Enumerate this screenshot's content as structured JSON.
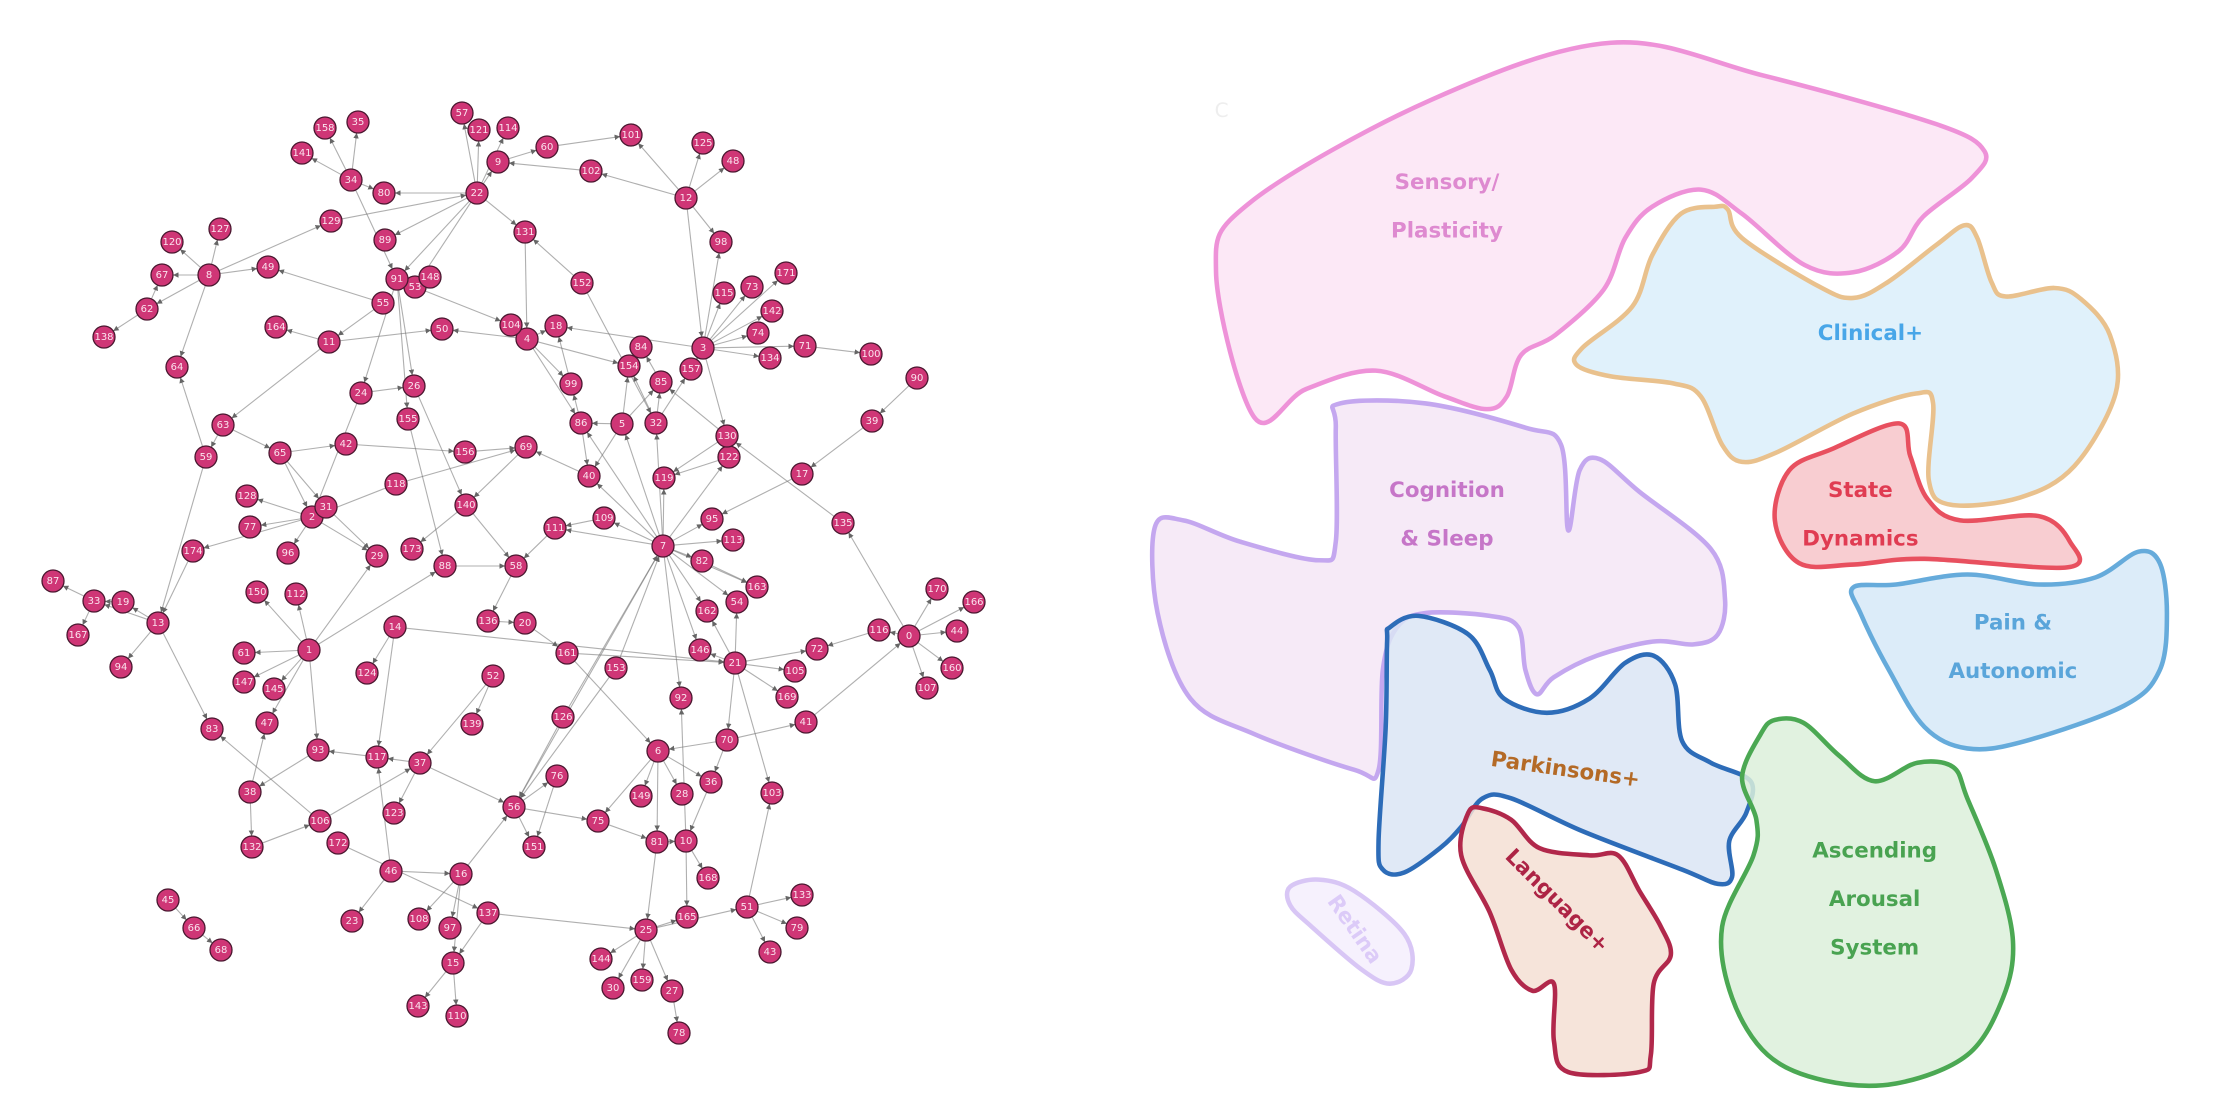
{
  "panel_label": "C",
  "graph": {
    "node_color": "#cf3676",
    "nodes": [
      "0",
      "1",
      "2",
      "3",
      "4",
      "5",
      "6",
      "7",
      "8",
      "9",
      "10",
      "11",
      "12",
      "13",
      "14",
      "15",
      "16",
      "17",
      "18",
      "19",
      "20",
      "21",
      "22",
      "23",
      "24",
      "25",
      "26",
      "27",
      "28",
      "29",
      "30",
      "31",
      "32",
      "33",
      "34",
      "35",
      "36",
      "37",
      "38",
      "39",
      "40",
      "41",
      "42",
      "43",
      "44",
      "45",
      "46",
      "47",
      "48",
      "49",
      "50",
      "51",
      "52",
      "53",
      "54",
      "55",
      "56",
      "57",
      "58",
      "59",
      "60",
      "61",
      "62",
      "63",
      "64",
      "65",
      "66",
      "67",
      "68",
      "69",
      "70",
      "71",
      "72",
      "73",
      "74",
      "75",
      "76",
      "77",
      "78",
      "79",
      "80",
      "81",
      "82",
      "83",
      "84",
      "85",
      "86",
      "87",
      "88",
      "89",
      "90",
      "91",
      "92",
      "93",
      "94",
      "95",
      "96",
      "97",
      "98",
      "99",
      "100",
      "101",
      "102",
      "103",
      "104",
      "105",
      "106",
      "107",
      "108",
      "109",
      "110",
      "111",
      "112",
      "113",
      "114",
      "115",
      "116",
      "117",
      "118",
      "119",
      "120",
      "121",
      "122",
      "123",
      "124",
      "125",
      "126",
      "127",
      "128",
      "129",
      "130",
      "131",
      "132",
      "133",
      "134",
      "135",
      "136",
      "137",
      "138",
      "139",
      "140",
      "141",
      "142",
      "143",
      "144",
      "145",
      "146",
      "147",
      "148",
      "149",
      "150",
      "151",
      "152",
      "153",
      "154",
      "155",
      "156",
      "157",
      "158",
      "159",
      "160",
      "161",
      "162",
      "163",
      "164",
      "165",
      "166",
      "167",
      "168",
      "169",
      "170",
      "171",
      "172",
      "173",
      "174"
    ],
    "edges": [
      [
        "8",
        "67"
      ],
      [
        "8",
        "120"
      ],
      [
        "8",
        "127"
      ],
      [
        "8",
        "49"
      ],
      [
        "8",
        "129"
      ],
      [
        "8",
        "62"
      ],
      [
        "8",
        "64"
      ],
      [
        "62",
        "67"
      ],
      [
        "62",
        "138"
      ],
      [
        "34",
        "141"
      ],
      [
        "34",
        "158"
      ],
      [
        "34",
        "35"
      ],
      [
        "34",
        "80"
      ],
      [
        "34",
        "91"
      ],
      [
        "129",
        "22"
      ],
      [
        "22",
        "57"
      ],
      [
        "22",
        "121"
      ],
      [
        "22",
        "114"
      ],
      [
        "22",
        "9"
      ],
      [
        "22",
        "80"
      ],
      [
        "22",
        "89"
      ],
      [
        "22",
        "131"
      ],
      [
        "22",
        "53"
      ],
      [
        "22",
        "91"
      ],
      [
        "9",
        "60"
      ],
      [
        "60",
        "101"
      ],
      [
        "12",
        "101"
      ],
      [
        "12",
        "102"
      ],
      [
        "12",
        "125"
      ],
      [
        "12",
        "48"
      ],
      [
        "12",
        "98"
      ],
      [
        "12",
        "3"
      ],
      [
        "102",
        "9"
      ],
      [
        "131",
        "4"
      ],
      [
        "152",
        "131"
      ],
      [
        "152",
        "32"
      ],
      [
        "3",
        "115"
      ],
      [
        "3",
        "73"
      ],
      [
        "3",
        "171"
      ],
      [
        "3",
        "142"
      ],
      [
        "3",
        "74"
      ],
      [
        "3",
        "134"
      ],
      [
        "3",
        "71"
      ],
      [
        "3",
        "98"
      ],
      [
        "3",
        "18"
      ],
      [
        "3",
        "130"
      ],
      [
        "3",
        "157"
      ],
      [
        "71",
        "100"
      ],
      [
        "90",
        "39"
      ],
      [
        "39",
        "17"
      ],
      [
        "17",
        "95"
      ],
      [
        "135",
        "130"
      ],
      [
        "130",
        "119"
      ],
      [
        "122",
        "119"
      ],
      [
        "130",
        "85"
      ],
      [
        "4",
        "18"
      ],
      [
        "4",
        "154"
      ],
      [
        "4",
        "99"
      ],
      [
        "4",
        "86"
      ],
      [
        "4",
        "50"
      ],
      [
        "4",
        "104"
      ],
      [
        "53",
        "104"
      ],
      [
        "55",
        "49"
      ],
      [
        "55",
        "11"
      ],
      [
        "11",
        "164"
      ],
      [
        "11",
        "50"
      ],
      [
        "11",
        "63"
      ],
      [
        "91",
        "26"
      ],
      [
        "91",
        "24"
      ],
      [
        "91",
        "155"
      ],
      [
        "24",
        "26"
      ],
      [
        "24",
        "2"
      ],
      [
        "26",
        "140"
      ],
      [
        "155",
        "88"
      ],
      [
        "63",
        "65"
      ],
      [
        "63",
        "59"
      ],
      [
        "65",
        "42"
      ],
      [
        "65",
        "31"
      ],
      [
        "65",
        "2"
      ],
      [
        "42",
        "156"
      ],
      [
        "156",
        "69"
      ],
      [
        "69",
        "140"
      ],
      [
        "118",
        "2"
      ],
      [
        "118",
        "69"
      ],
      [
        "31",
        "29"
      ],
      [
        "2",
        "128"
      ],
      [
        "2",
        "77"
      ],
      [
        "2",
        "96"
      ],
      [
        "2",
        "174"
      ],
      [
        "2",
        "29"
      ],
      [
        "140",
        "173"
      ],
      [
        "140",
        "58"
      ],
      [
        "59",
        "64"
      ],
      [
        "59",
        "13"
      ],
      [
        "174",
        "13"
      ],
      [
        "13",
        "33"
      ],
      [
        "13",
        "19"
      ],
      [
        "13",
        "94"
      ],
      [
        "13",
        "83"
      ],
      [
        "33",
        "87"
      ],
      [
        "33",
        "167"
      ],
      [
        "19",
        "33"
      ],
      [
        "1",
        "61"
      ],
      [
        "1",
        "147"
      ],
      [
        "1",
        "145"
      ],
      [
        "1",
        "47"
      ],
      [
        "1",
        "112"
      ],
      [
        "1",
        "150"
      ],
      [
        "1",
        "93"
      ],
      [
        "1",
        "88"
      ],
      [
        "1",
        "29"
      ],
      [
        "14",
        "124"
      ],
      [
        "14",
        "117"
      ],
      [
        "14",
        "21"
      ],
      [
        "88",
        "58"
      ],
      [
        "58",
        "136"
      ],
      [
        "136",
        "20"
      ],
      [
        "20",
        "161"
      ],
      [
        "161",
        "21"
      ],
      [
        "161",
        "6"
      ],
      [
        "52",
        "139"
      ],
      [
        "52",
        "37"
      ],
      [
        "37",
        "117"
      ],
      [
        "37",
        "56"
      ],
      [
        "37",
        "123"
      ],
      [
        "117",
        "93"
      ],
      [
        "93",
        "38"
      ],
      [
        "38",
        "47"
      ],
      [
        "38",
        "132"
      ],
      [
        "132",
        "106"
      ],
      [
        "106",
        "83"
      ],
      [
        "106",
        "37"
      ],
      [
        "172",
        "137"
      ],
      [
        "46",
        "117"
      ],
      [
        "46",
        "23"
      ],
      [
        "46",
        "16"
      ],
      [
        "16",
        "108"
      ],
      [
        "16",
        "97"
      ],
      [
        "16",
        "15"
      ],
      [
        "16",
        "56"
      ],
      [
        "15",
        "143"
      ],
      [
        "15",
        "110"
      ],
      [
        "137",
        "15"
      ],
      [
        "137",
        "25"
      ],
      [
        "45",
        "66"
      ],
      [
        "66",
        "68"
      ],
      [
        "56",
        "76"
      ],
      [
        "56",
        "75"
      ],
      [
        "56",
        "151"
      ],
      [
        "56",
        "7"
      ],
      [
        "76",
        "151"
      ],
      [
        "126",
        "7"
      ],
      [
        "126",
        "56"
      ],
      [
        "153",
        "7"
      ],
      [
        "153",
        "56"
      ],
      [
        "7",
        "95"
      ],
      [
        "7",
        "82"
      ],
      [
        "7",
        "113"
      ],
      [
        "7",
        "163"
      ],
      [
        "7",
        "54"
      ],
      [
        "7",
        "162"
      ],
      [
        "7",
        "146"
      ],
      [
        "7",
        "92"
      ],
      [
        "7",
        "40"
      ],
      [
        "7",
        "109"
      ],
      [
        "7",
        "5"
      ],
      [
        "7",
        "86"
      ],
      [
        "7",
        "119"
      ],
      [
        "7",
        "111"
      ],
      [
        "7",
        "32"
      ],
      [
        "7",
        "122"
      ],
      [
        "82",
        "163"
      ],
      [
        "21",
        "146"
      ],
      [
        "21",
        "54"
      ],
      [
        "21",
        "162"
      ],
      [
        "21",
        "72"
      ],
      [
        "21",
        "105"
      ],
      [
        "21",
        "169"
      ],
      [
        "21",
        "70"
      ],
      [
        "21",
        "103"
      ],
      [
        "70",
        "6"
      ],
      [
        "70",
        "36"
      ],
      [
        "70",
        "41"
      ],
      [
        "41",
        "0"
      ],
      [
        "0",
        "116"
      ],
      [
        "0",
        "170"
      ],
      [
        "0",
        "166"
      ],
      [
        "0",
        "44"
      ],
      [
        "0",
        "160"
      ],
      [
        "0",
        "107"
      ],
      [
        "116",
        "72"
      ],
      [
        "0",
        "135"
      ],
      [
        "6",
        "149"
      ],
      [
        "6",
        "28"
      ],
      [
        "6",
        "81"
      ],
      [
        "6",
        "75"
      ],
      [
        "6",
        "36"
      ],
      [
        "36",
        "10"
      ],
      [
        "75",
        "81"
      ],
      [
        "81",
        "10"
      ],
      [
        "10",
        "168"
      ],
      [
        "10",
        "92"
      ],
      [
        "10",
        "165"
      ],
      [
        "81",
        "25"
      ],
      [
        "25",
        "144"
      ],
      [
        "25",
        "159"
      ],
      [
        "25",
        "30"
      ],
      [
        "25",
        "27"
      ],
      [
        "25",
        "51"
      ],
      [
        "25",
        "165"
      ],
      [
        "51",
        "103"
      ],
      [
        "51",
        "133"
      ],
      [
        "51",
        "79"
      ],
      [
        "51",
        "43"
      ],
      [
        "27",
        "78"
      ],
      [
        "5",
        "86"
      ],
      [
        "5",
        "40"
      ],
      [
        "5",
        "154"
      ],
      [
        "5",
        "85"
      ],
      [
        "32",
        "85"
      ],
      [
        "32",
        "154"
      ],
      [
        "32",
        "157"
      ],
      [
        "86",
        "40"
      ],
      [
        "86",
        "99"
      ],
      [
        "99",
        "18"
      ],
      [
        "40",
        "69"
      ],
      [
        "109",
        "111"
      ],
      [
        "111",
        "58"
      ],
      [
        "85",
        "84"
      ],
      [
        "84",
        "154"
      ]
    ]
  },
  "clusters": [
    {
      "id": "sensory",
      "lines": [
        "Sensory/",
        "Plasticity"
      ],
      "stroke": "#ee92d8",
      "fill": "#fbe4f5",
      "text": "#de8ad0"
    },
    {
      "id": "clinical",
      "lines": [
        "Clinical+"
      ],
      "stroke": "#e9c18d",
      "fill": "#dbeefa",
      "text": "#48a6e8"
    },
    {
      "id": "cognition",
      "lines": [
        "Cognition",
        "& Sleep"
      ],
      "stroke": "#c4a7ef",
      "fill": "#f4e6f6",
      "text": "#c676c8"
    },
    {
      "id": "state",
      "lines": [
        "State",
        "Dynamics"
      ],
      "stroke": "#e8505f",
      "fill": "#f7c4c9",
      "text": "#e03c52"
    },
    {
      "id": "pain",
      "lines": [
        "Pain &",
        "Autonomic"
      ],
      "stroke": "#66abdb",
      "fill": "#d6e9f8",
      "text": "#5aa5da"
    },
    {
      "id": "parkinsons",
      "lines": [
        "Parkinsons+"
      ],
      "stroke": "#2d6cb8",
      "fill": "#dbe5f5",
      "text": "#b46a26"
    },
    {
      "id": "language",
      "lines": [
        "Language+"
      ],
      "stroke": "#b1284b",
      "fill": "#f4dfd3",
      "text": "#ad2445"
    },
    {
      "id": "arousal",
      "lines": [
        "Ascending",
        "Arousal",
        "System"
      ],
      "stroke": "#4ba853",
      "fill": "#dcf0da",
      "text": "#49a351"
    },
    {
      "id": "retina",
      "lines": [
        "Retina"
      ],
      "stroke": "#d8c6f5",
      "fill": "#f5eefd",
      "text": "#dccbf8"
    }
  ]
}
